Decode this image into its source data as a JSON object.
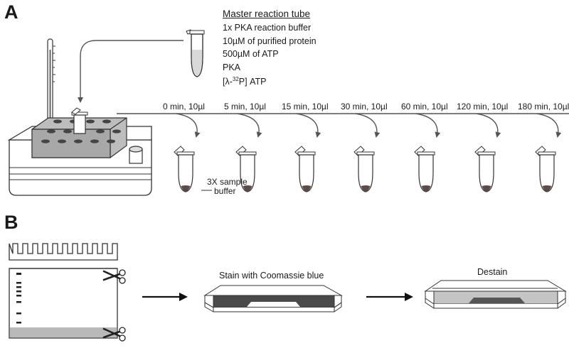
{
  "panel_a": {
    "letter": "A",
    "mix": {
      "title": "Master reaction tube",
      "components": [
        "1x PKA reaction buffer",
        "10µM of purified protein",
        "500µM of ATP",
        "PKA"
      ],
      "atp_pre": "[λ-",
      "atp_sup": "32",
      "atp_post": "P] ATP"
    },
    "timepoints": [
      "0 min, 10µl",
      "5 min, 10µl",
      "15 min, 10µl",
      "30 min, 10µl",
      "60 min, 10µl",
      "120 min, 10µl",
      "180 min, 10µl"
    ],
    "sample_buffer_line1": "3X sample",
    "sample_buffer_line2": "buffer"
  },
  "panel_b": {
    "letter": "B",
    "step1": "Stain with Coomassie blue",
    "step2": "Destain"
  }
}
